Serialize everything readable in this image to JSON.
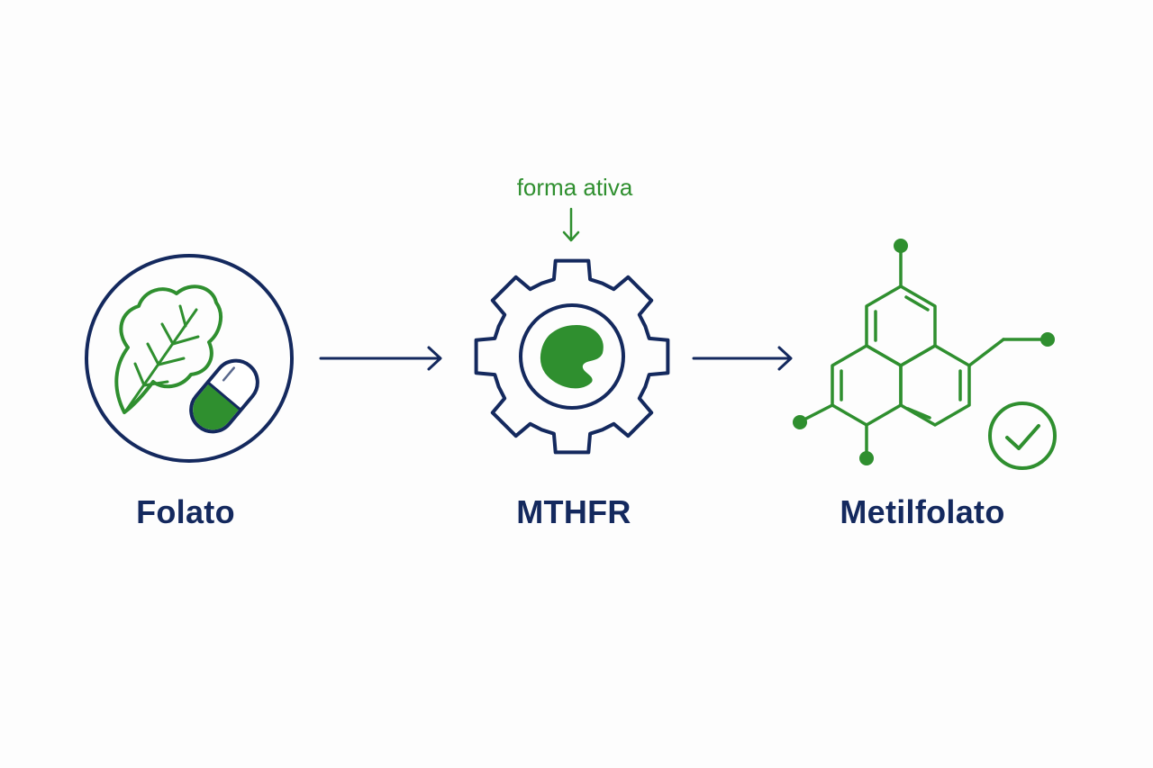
{
  "steps": [
    {
      "label": "Folato",
      "icon": "leaf-and-capsule-icon"
    },
    {
      "label": "MTHFR",
      "icon": "gear-enzyme-icon"
    },
    {
      "label": "Metilfolato",
      "icon": "molecule-check-icon"
    }
  ],
  "annotation": {
    "text": "forma ativa"
  },
  "colors": {
    "navy": "#14295e",
    "green": "#2f8f2f",
    "background": "#fdfdfd"
  }
}
